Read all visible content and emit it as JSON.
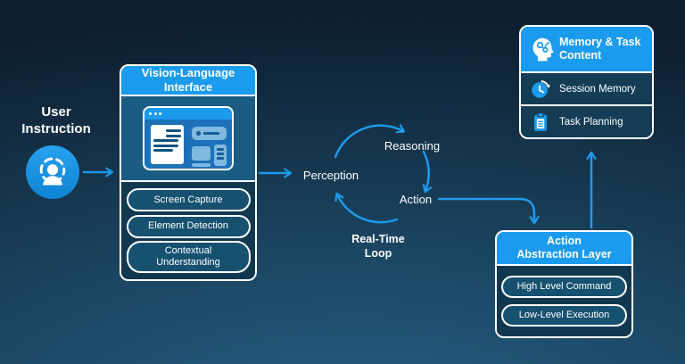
{
  "colors": {
    "accent_arrow": "#1E9BEA",
    "header_blue": "#1B9BEE",
    "panel_dark": "#123850",
    "pill_fill": "#175170",
    "row_bg": "#143C55",
    "browser_body": "#1C71B8",
    "browser_light": "#7FB9DF",
    "background_top": "#0D1F30",
    "background_bottom": "#276087"
  },
  "user": {
    "label_line1": "User",
    "label_line2": "Instruction",
    "icon": "user-focus-icon"
  },
  "vli": {
    "title_line1": "Vision-Language",
    "title_line2": "Interface",
    "illustration": "browser-window-icon",
    "items": [
      "Screen Capture",
      "Element Detection",
      "Contextual Understanding"
    ]
  },
  "loop": {
    "perception": "Perception",
    "reasoning": "Reasoning",
    "action": "Action",
    "caption_line1": "Real-Time",
    "caption_line2": "Loop"
  },
  "memory": {
    "title_line1": "Memory & Task",
    "title_line2": "Content",
    "icon": "head-gears-icon",
    "rows": [
      {
        "icon": "history-clock-icon",
        "label": "Session Memory"
      },
      {
        "icon": "clipboard-icon",
        "label": "Task Planning"
      }
    ]
  },
  "aal": {
    "title_line1": "Action",
    "title_line2": "Abstraction Layer",
    "items": [
      "High Level Command",
      "Low-Level Execution"
    ]
  }
}
